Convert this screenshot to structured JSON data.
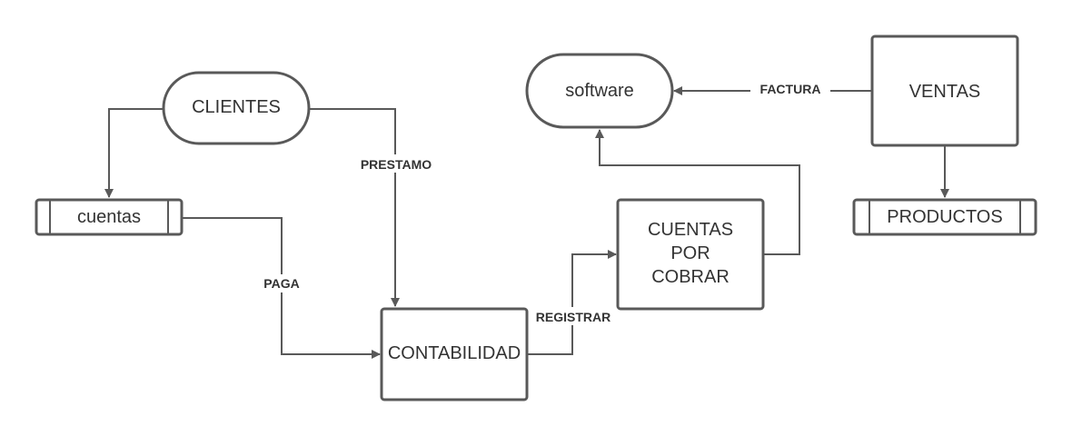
{
  "nodes": {
    "clientes": "CLIENTES",
    "cuentas": "cuentas",
    "contabilidad": "CONTABILIDAD",
    "cuentas_por_cobrar": [
      "CUENTAS",
      "POR",
      "COBRAR"
    ],
    "software": "software",
    "ventas": "VENTAS",
    "productos": "PRODUCTOS"
  },
  "edges": {
    "prestamo": "PRESTAMO",
    "paga": "PAGA",
    "registrar": "REGISTRAR",
    "factura": "FACTURA"
  },
  "colors": {
    "stroke": "#595959",
    "text": "#333333",
    "background": "#ffffff"
  }
}
